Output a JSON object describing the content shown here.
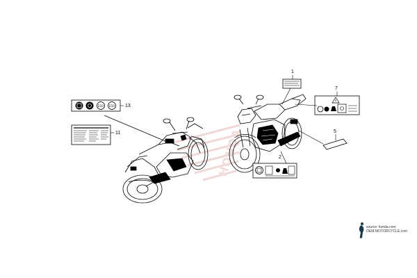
{
  "diagram": {
    "watermark_text": "HONDA",
    "callouts": [
      "1",
      "2",
      "5",
      "7",
      "11",
      "13"
    ],
    "label_13_icons": [
      "E10",
      "E10"
    ],
    "credit": {
      "line1": "source: honda.com",
      "line2": "OEM-MOTORCYCLE.com"
    },
    "colors": {
      "ink": "#000000",
      "watermark": "#f1dcdc",
      "background": "#ffffff"
    }
  }
}
